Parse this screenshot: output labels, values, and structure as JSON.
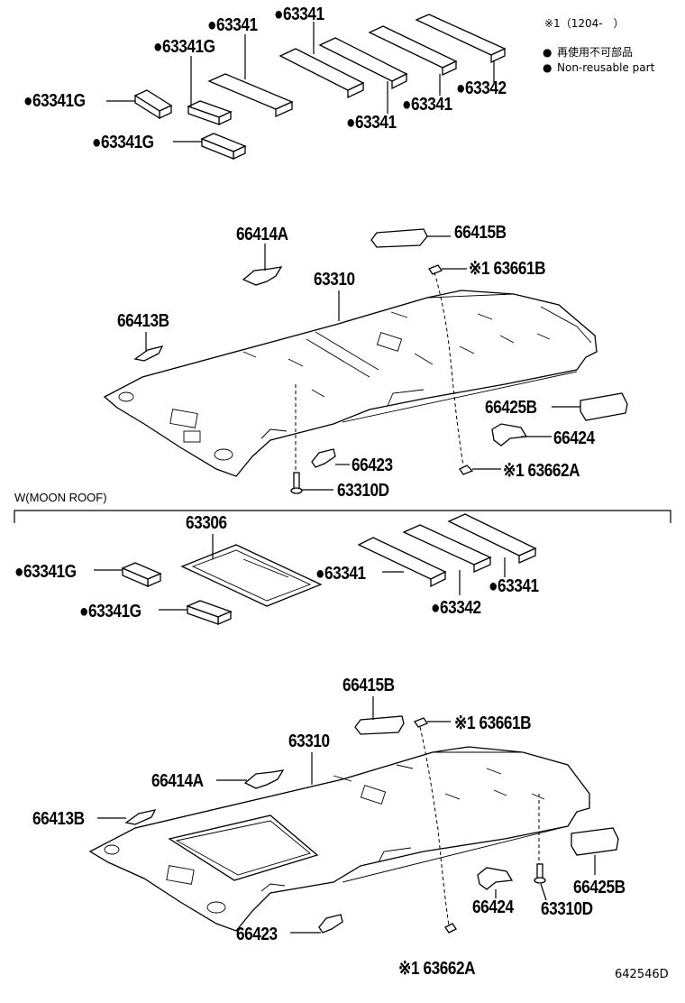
{
  "note": {
    "ref_mark": "※1（1204-　）",
    "legend_jp": "再使用不可部品",
    "legend_en": "Non-reusable part",
    "bullet": "●"
  },
  "section": {
    "moon_roof_label": "W(MOON ROOF)"
  },
  "labels": {
    "a_63341_1": "●63341",
    "a_63341_2": "●63341",
    "a_63341G_1": "●63341G",
    "a_63341G_2": "●63341G",
    "a_63341G_3": "●63341G",
    "a_63341_3": "●63341",
    "a_63341_4": "●63341",
    "a_63342": "●63342",
    "b_66414A": "66414A",
    "b_66415B": "66415B",
    "b_63661B": "※1 63661B",
    "b_63310": "63310",
    "b_66413B": "66413B",
    "b_66425B": "66425B",
    "b_66424": "66424",
    "b_66423": "66423",
    "b_63662A": "※1 63662A",
    "b_63310D": "63310D",
    "c_63306": "63306",
    "c_63341G_1": "●63341G",
    "c_63341G_2": "●63341G",
    "c_63341_1": "●63341",
    "c_63341_2": "●63341",
    "c_63342": "●63342",
    "d_66415B": "66415B",
    "d_63661B": "※1 63661B",
    "d_63310": "63310",
    "d_66414A": "66414A",
    "d_66413B": "66413B",
    "d_66425B": "66425B",
    "d_66424": "66424",
    "d_63310D": "63310D",
    "d_66423": "66423",
    "d_63662A": "※1 63662A"
  },
  "figure_id": "642546D"
}
